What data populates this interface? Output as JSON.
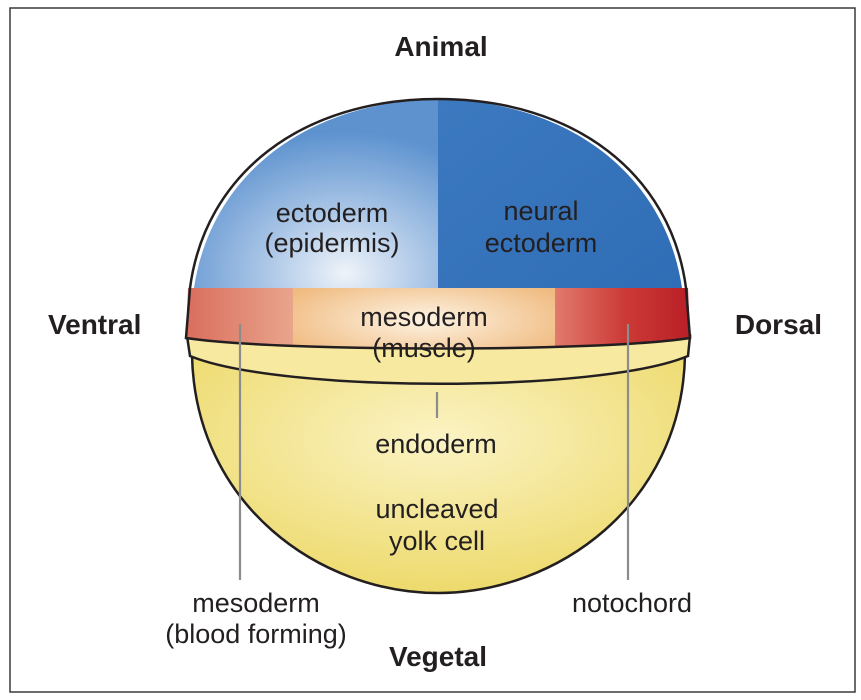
{
  "orientation": {
    "animal": "Animal",
    "vegetal": "Vegetal",
    "ventral": "Ventral",
    "dorsal": "Dorsal"
  },
  "regions": {
    "ectoderm_line1": "ectoderm",
    "ectoderm_line2": "(epidermis)",
    "neural_line1": "neural",
    "neural_line2": "ectoderm",
    "mesoderm_line1": "mesoderm",
    "mesoderm_line2": "(muscle)",
    "endoderm": "endoderm",
    "yolk_line1": "uncleaved",
    "yolk_line2": "yolk cell",
    "blood_line1": "mesoderm",
    "blood_line2": "(blood forming)",
    "notochord": "notochord"
  },
  "colors": {
    "ectoderm": "#6f9fd4",
    "neural_ectoderm": "#3a77bd",
    "mesoderm_muscle": "#f1c48f",
    "mesoderm_blood": "#dc7d6c",
    "notochord": "#c6262d",
    "endoderm": "#f6e79a",
    "yolk": "#eedb6a",
    "outline": "#231f20"
  }
}
